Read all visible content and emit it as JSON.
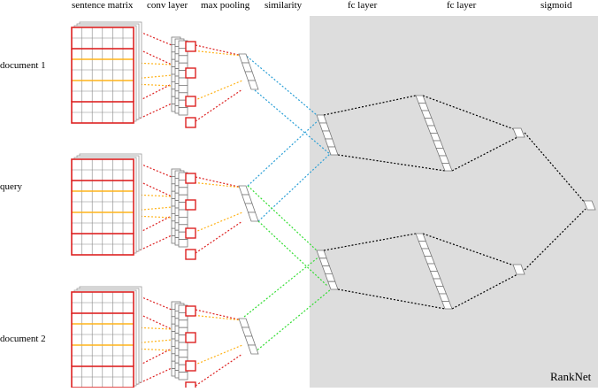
{
  "headers": {
    "sentence_matrix": "sentence matrix",
    "conv_layer": "conv layer",
    "max_pooling": "max pooling",
    "similarity": "similarity",
    "fc_layer_1": "fc layer",
    "fc_layer_2": "fc layer",
    "sigmoid": "sigmoid"
  },
  "inputs": {
    "document_1": "document 1",
    "query": "query",
    "document_2": "document 2"
  },
  "ranknet_label": "RankNet",
  "colors": {
    "panel_bg": "#dddddd",
    "matrix_outline": "#dd2222",
    "filter_line": "#ffb31a",
    "doc1_similarity": "#2a9fd6",
    "doc2_similarity": "#33dd33",
    "fc_connection": "#000000",
    "cell_fill": "#ffffff",
    "cell_stroke": "#777777"
  }
}
